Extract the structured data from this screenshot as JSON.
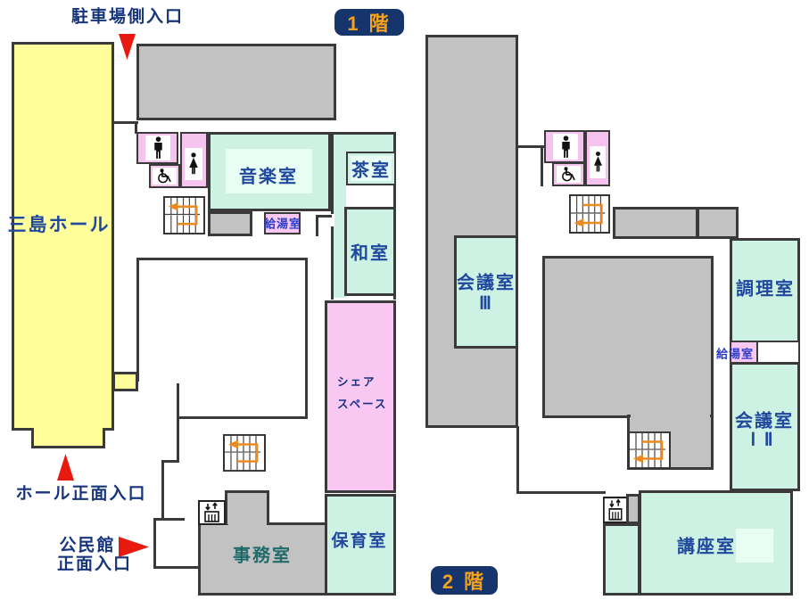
{
  "floor1": {
    "badge": "1 階",
    "hall": "三島ホール",
    "entrance_parking": "駐車場側入口",
    "entrance_hall_front": "ホール正面入口",
    "entrance_kominkan_line1": "公民館",
    "entrance_kominkan_line2": "正面入口",
    "rooms": {
      "music": "音楽室",
      "tea": "茶室",
      "kyuto": "給湯室",
      "washitsu": "和室",
      "share_line1": "シェア",
      "share_line2": "スペース",
      "hoiku": "保育室",
      "jimu": "事務室"
    }
  },
  "floor2": {
    "badge": "2 階",
    "rooms": {
      "kaigi3_line1": "会議室",
      "kaigi3_line2": "Ⅲ",
      "chori": "調理室",
      "kyuto": "給湯室",
      "kaigi12_line1": "会議室",
      "kaigi12_line2": "Ⅰ Ⅱ",
      "koza": "講座室"
    }
  },
  "icons": {
    "mens_toilet": "man-silhouette",
    "womens_toilet": "woman-silhouette",
    "accessible_toilet": "wheelchair-symbol",
    "stairs": "stairs-with-u-turn-arrow",
    "elevator": "elevator-updown-arrows"
  },
  "colors": {
    "room_mint": "#cdf2e4",
    "room_pink": "#f8c8f3",
    "hall_yellow": "#ffff9c",
    "block_gray": "#c2c2c2",
    "badge_navy": "#17356d",
    "badge_text_orange": "#f5a11c",
    "label_blue": "#20489e",
    "entrance_label_navy": "#16357c",
    "kyuto_text_blue": "#2b3ccc",
    "arrow_red": "#e8190f",
    "stairs_arrow_orange": "#ed8a1f"
  }
}
